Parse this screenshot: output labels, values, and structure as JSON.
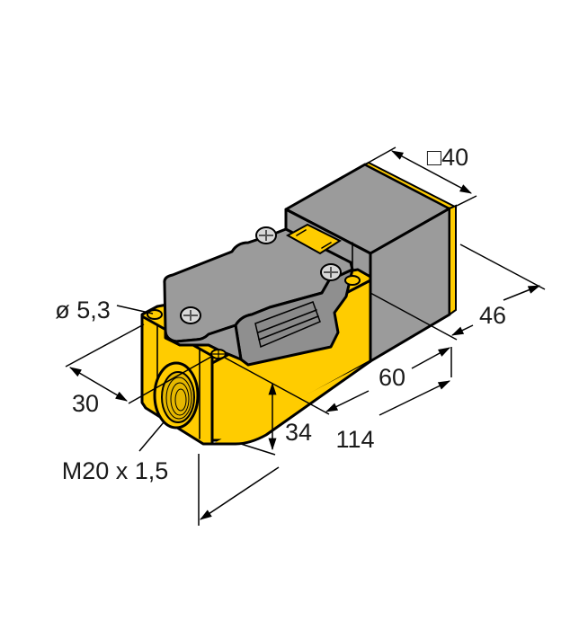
{
  "drawing": {
    "subject": "Rectangular inductive proximity sensor with rotatable sensing head",
    "colors": {
      "housing_yellow": "#FFCC00",
      "head_gray": "#9B9B9B",
      "cover_gray": "#8F8F8F",
      "screw_light": "#D8D8D8",
      "outline": "#000000",
      "background": "#FFFFFF"
    },
    "dimensions": {
      "head_square": {
        "symbol": "□",
        "value": "40",
        "label": "□40"
      },
      "head_depth": {
        "label": "46"
      },
      "mounting_hole": {
        "label": "ø 5,3"
      },
      "housing_width": {
        "label": "30"
      },
      "housing_height": {
        "label": "34"
      },
      "hole_spacing": {
        "label": "60"
      },
      "overall_length": {
        "label": "114"
      },
      "cable_gland_thread": {
        "label": "M20 x 1,5"
      }
    }
  }
}
